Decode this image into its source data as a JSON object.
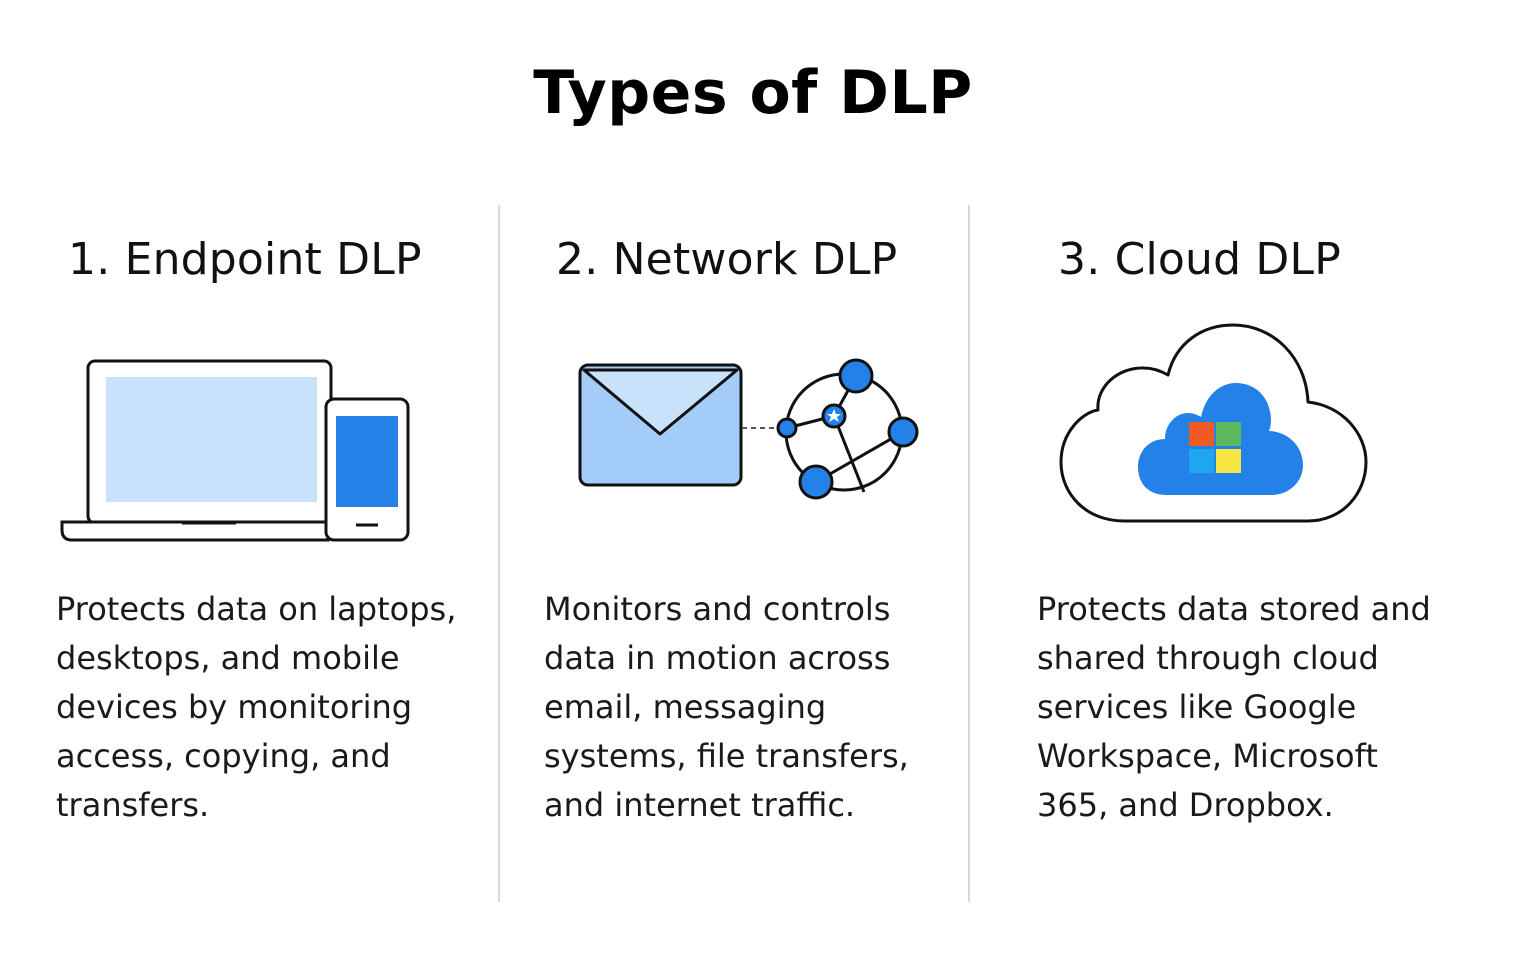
{
  "title": "Types of DLP",
  "columns": [
    {
      "id": "endpoint",
      "heading": "1. Endpoint DLP",
      "icon": "laptop-phone-icon",
      "description": "Protects data on laptops, desktops, and mobile devices by monitoring access, copying, and transfers."
    },
    {
      "id": "network",
      "heading": "2. Network DLP",
      "icon": "email-network-icon",
      "description": "Monitors and controls data in motion across email, messaging systems, file transfers, and internet traffic."
    },
    {
      "id": "cloud",
      "heading": "3. Cloud DLP",
      "icon": "cloud-windows-icon",
      "description": "Protects data stored and shared through cloud services like Google Workspace, Microsoft 365, and Dropbox."
    }
  ],
  "colors": {
    "light_blue": "#c8e2fb",
    "mid_blue": "#a3ccf8",
    "accent_blue": "#2481e8",
    "divider": "#d8d8d8",
    "win_orange": "#f15a24",
    "win_green": "#5cb85c",
    "win_blue": "#1ea7f0",
    "win_yellow": "#f5e642"
  }
}
